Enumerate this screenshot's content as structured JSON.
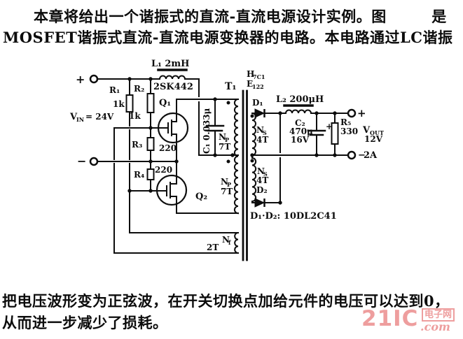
{
  "paragraphs": {
    "top1": "本章将给出一个谐振式的直流-直流电源设计实例。图　　　是",
    "top2": "MOSFET谐振式直流-直流电源变换器的电路。本电路通过LC谐振",
    "bottom1": "把电压波形变为正弦波，在开关切换点加给元件的电压可以达到0，",
    "bottom2": "从而进一步减少了损耗。"
  },
  "watermark": {
    "brand": "21IC",
    "suffix": ".com",
    "box_label": "电子网",
    "color": "#ee9e9e"
  },
  "circuit": {
    "vin_plus": "+",
    "vin_minus": "−",
    "vin_v": "V",
    "vin_sub": "IN",
    "vin_val": "= 24V",
    "l1": "L₁ 2mH",
    "l2": "L₂ 200μH",
    "mosfet_type": "2SK442",
    "q1": "Q₁",
    "q2": "Q₂",
    "r1": "R₁",
    "r1_val": "1k",
    "r2": "R₂",
    "r2_val": "1k",
    "r3": "R₃",
    "r3_val": "220",
    "r4": "R₄",
    "r4_val": "220",
    "r5": "R₅",
    "r5_val": "330",
    "c1": "C₁  0.033μ",
    "c2": "C₂",
    "c2_val1": "470μ",
    "c2_val2": "16V",
    "c2_plus": "+",
    "t1": "T₁",
    "core_h": "H",
    "core_h_sub": "7C1",
    "core_e": "E",
    "core_e_sub": "122",
    "np": "N",
    "np_sub": "P",
    "np_turns": "7T",
    "ns": "N",
    "ns_sub": "S",
    "ns_turns": "4T",
    "nf": "N",
    "nf_sub": "f",
    "nf_turns": "2T",
    "d1": "D₁",
    "d2": "D₂",
    "diode_note": "D₁·D₂:  10DL2C41",
    "out_plus": "+",
    "out_minus_sign": "−",
    "vout_v": "V",
    "vout_sub": "OUT",
    "vout_val": "12V",
    "out_current": "2A"
  }
}
